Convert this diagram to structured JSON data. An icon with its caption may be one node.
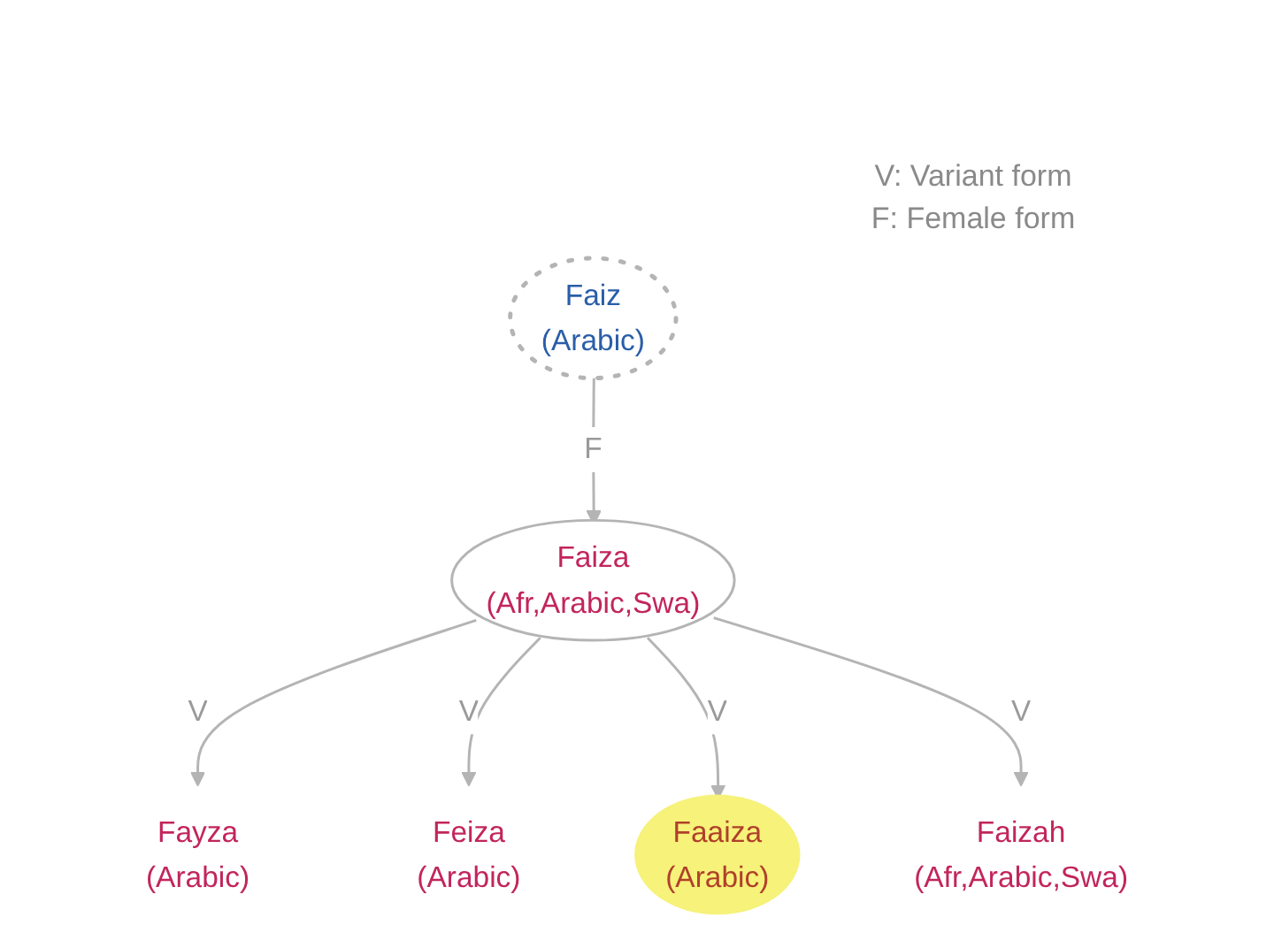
{
  "diagram": {
    "nodes": [
      {
        "text": [
          "Fayza",
          "(Arabic)"
        ]
      },
      {
        "text": [
          "Faiz",
          "(Arabic)"
        ]
      },
      {
        "text": [
          "Feiza",
          "(Arabic)"
        ]
      },
      {
        "text": [
          "Faiza",
          "(Afr,Arabic,Swa)"
        ]
      },
      {
        "text": [
          "Faaiza",
          "(Arabic)"
        ]
      },
      {
        "text": [
          "Faizah",
          "(Afr,Arabic,Swa)"
        ]
      }
    ],
    "edges": [
      {
        "from": 1,
        "to": 3,
        "arrow": "to",
        "label": "F"
      },
      {
        "from": 3,
        "to": 0,
        "arrow": "to",
        "label": "V"
      },
      {
        "from": 3,
        "to": 2,
        "arrow": "to",
        "label": "V"
      },
      {
        "from": 3,
        "to": 4,
        "arrow": "to",
        "label": "V"
      },
      {
        "from": 3,
        "to": 5,
        "arrow": "to",
        "label": "V"
      }
    ],
    "labels": [
      "V: Variant form",
      "F: Female form"
    ]
  }
}
